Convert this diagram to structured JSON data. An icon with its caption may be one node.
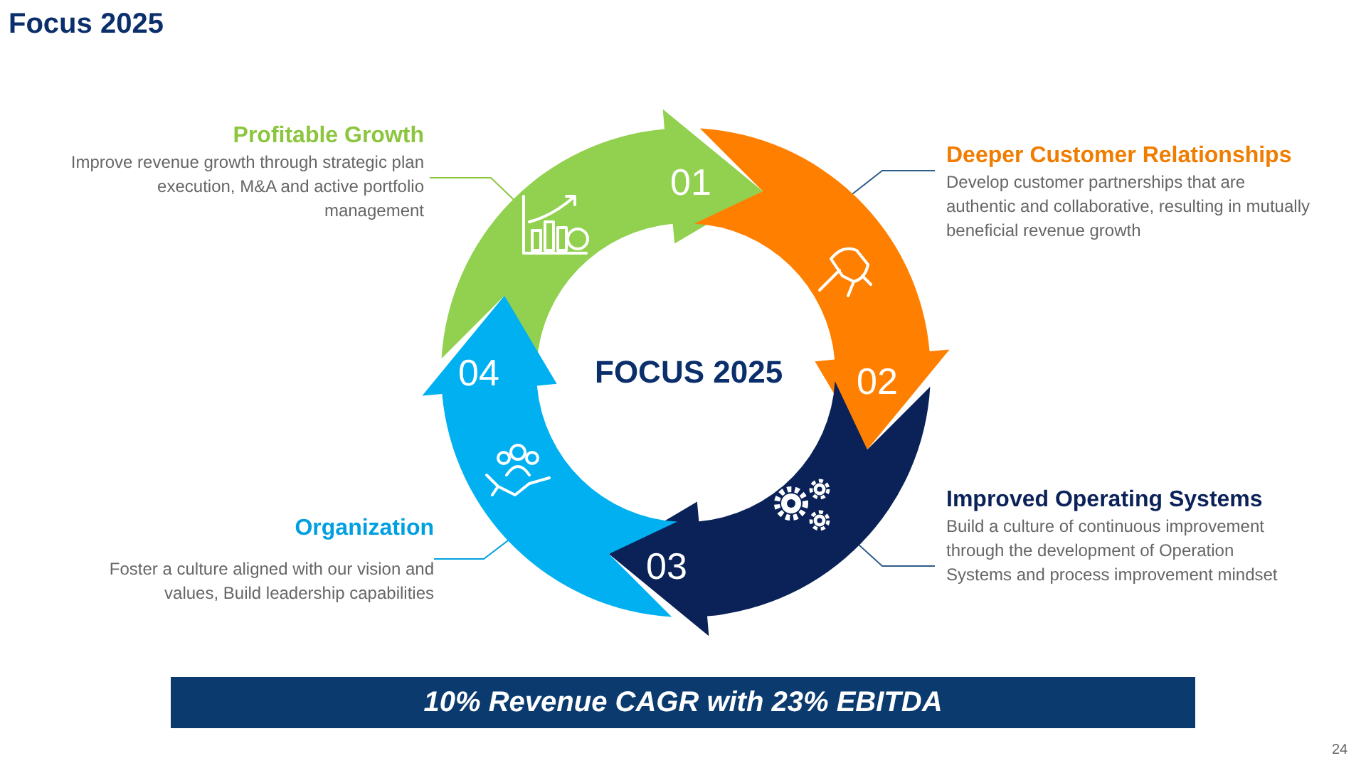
{
  "diagram": {
    "title": "Focus 2025",
    "nodes": [
      {
        "text": [
          "01"
        ]
      },
      {
        "text": [
          "02"
        ]
      },
      {
        "text": [
          "03"
        ]
      },
      {
        "text": [
          "04"
        ]
      },
      {
        "text": [
          "Profitable Growth",
          "Improve revenue growth through strategic plan execution, M&A and active portfolio management"
        ]
      },
      {
        "text": [
          "Deeper Customer Relationships",
          "Develop customer partnerships that are authentic and collaborative, resulting in mutually beneficial revenue growth"
        ]
      },
      {
        "text": [
          "Improved Operating Systems",
          "Build a culture of continuous improvement through the development of Operation Systems and process improvement mindset"
        ]
      },
      {
        "text": [
          "Organization",
          "Foster a culture aligned with our vision and values, Build leadership capabilities"
        ]
      },
      {
        "text": [
          "10% Revenue CAGR with 23% EBITDA"
        ]
      }
    ],
    "edges": [
      {
        "from": 4,
        "to": 0,
        "arrow": "none",
        "color": "#8cc63f"
      },
      {
        "from": 5,
        "to": 1,
        "arrow": "none"
      },
      {
        "from": 6,
        "to": 2,
        "arrow": "none"
      },
      {
        "from": 7,
        "to": 3,
        "arrow": "none",
        "color": "#00a0e0"
      }
    ],
    "labels": [
      "FOCUS 2025",
      "24"
    ]
  }
}
